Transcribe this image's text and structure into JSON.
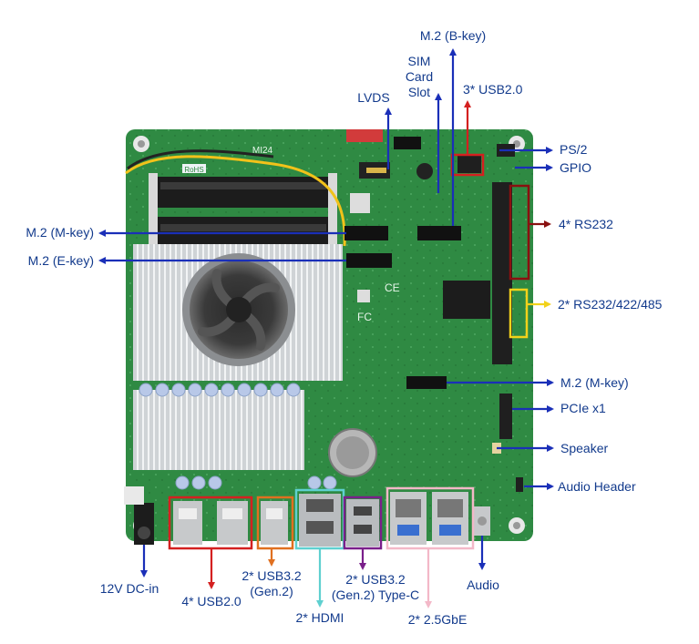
{
  "board": {
    "model": "MI24",
    "rohs": "RoHS",
    "fcc": "FC",
    "ce": "CE"
  },
  "labels": {
    "m2_bkey": "M.2 (B-key)",
    "sim": "SIM\nCard\nSlot",
    "lvds": "LVDS",
    "usb20_top": "3* USB2.0",
    "ps2": "PS/2",
    "gpio": "GPIO",
    "m2_mkey_left": "M.2 (M-key)",
    "m2_ekey": "M.2 (E-key)",
    "rs232": "4* RS232",
    "rs485": "2* RS232/422/485",
    "m2_mkey_right": "M.2 (M-key)",
    "pcie": "PCIe x1",
    "speaker": "Speaker",
    "audio_header": "Audio Header",
    "dcin": "12V DC-in",
    "usb20_bottom": "4* USB2.0",
    "usb32": "2* USB3.2\n(Gen.2)",
    "hdmi": "2* HDMI",
    "usb32c": "2* USB3.2\n(Gen.2) Type-C",
    "audio": "Audio",
    "gbe": "2* 2.5GbE"
  },
  "colors": {
    "pcb": "#2f8a43",
    "label_blue": "#123a8c",
    "arrow_blue": "#1a2fb8",
    "red": "#d42020",
    "orange": "#e07020",
    "cyan": "#5fd0d0",
    "purple": "#7a1f8a",
    "pink": "#f3b8c8",
    "yellow": "#f2d21a",
    "dark_red": "#8a1010"
  }
}
